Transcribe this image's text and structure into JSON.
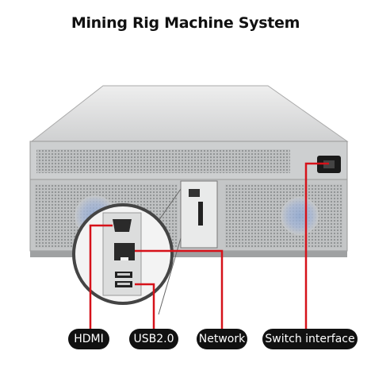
{
  "title": "Mining Rig Machine System",
  "labels": {
    "hdmi": "HDMI",
    "usb": "USB2.0",
    "network": "Network",
    "switch": "Switch interface"
  },
  "colors": {
    "callout_line": "#d6121a",
    "label_bg": "#111111",
    "chassis": "#c9cbcc"
  }
}
